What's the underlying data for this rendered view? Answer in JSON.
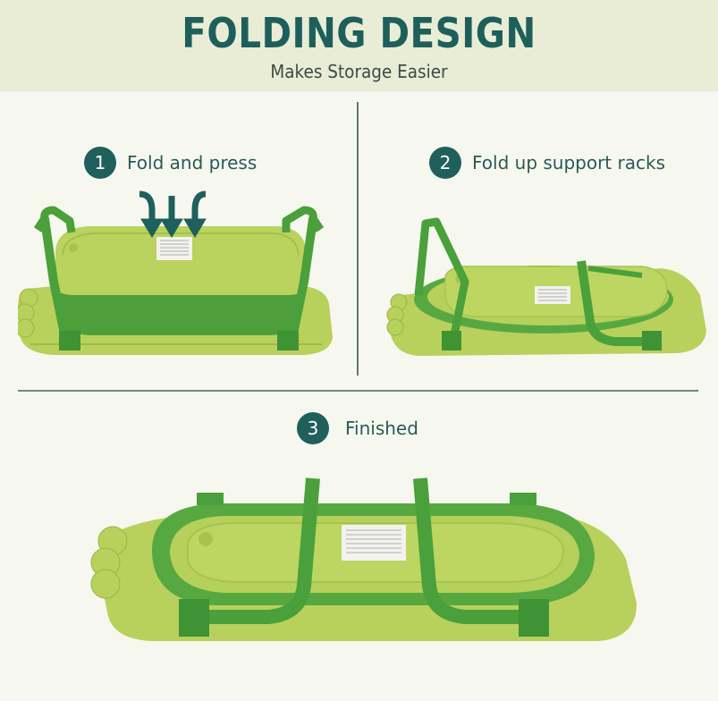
{
  "header": {
    "title": "FOLDING DESIGN",
    "subtitle": "Makes Storage Easier"
  },
  "steps": [
    {
      "number": "1",
      "label": "Fold and press"
    },
    {
      "number": "2",
      "label": "Fold up support racks"
    },
    {
      "number": "3",
      "label": "Finished"
    }
  ],
  "illustrations": [
    {
      "name": "tub-fold-and-press",
      "arrows": 3
    },
    {
      "name": "tub-fold-racks"
    },
    {
      "name": "tub-finished"
    }
  ],
  "colors": {
    "header_bg": "#e9edd6",
    "page_bg": "#f6f8ef",
    "accent_teal": "#1f5f5c",
    "tub_light_green": "#b5d05a",
    "tub_dark_green": "#4fa33a"
  }
}
